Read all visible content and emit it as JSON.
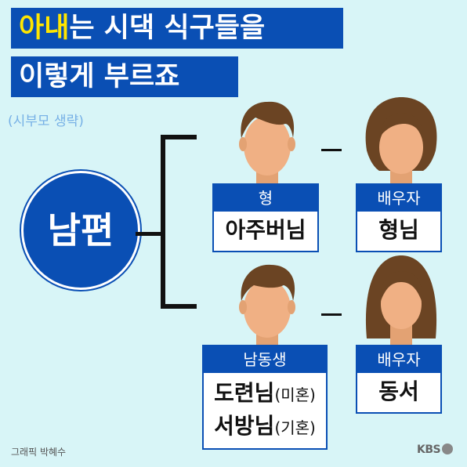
{
  "title": {
    "line1_highlight": "아내",
    "line1_rest": "는 시댁 식구들을",
    "line2": "이렇게 부르죠"
  },
  "subtitle": "(시부모 생략)",
  "center": {
    "label": "남편"
  },
  "cards": {
    "elder_brother": {
      "header": "형",
      "name": "아주버님"
    },
    "elder_spouse": {
      "header": "배우자",
      "name": "형님"
    },
    "younger_brother": {
      "header": "남동생",
      "line1_name": "도련님",
      "line1_note": "(미혼)",
      "line2_name": "서방님",
      "line2_note": "(기혼)"
    },
    "younger_spouse": {
      "header": "배우자",
      "name": "동서"
    }
  },
  "credit": {
    "label": "그래픽",
    "name": "박혜수"
  },
  "brand": "KBS",
  "colors": {
    "background": "#d8f5f7",
    "accent": "#0a4fb4",
    "highlight": "#ffe600"
  }
}
